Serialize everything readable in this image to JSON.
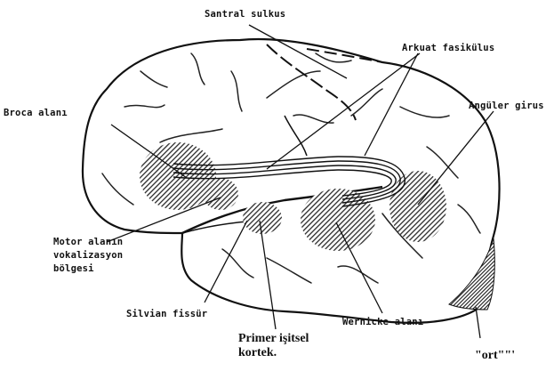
{
  "labels": {
    "santral_sulkus": "Santral sulkus",
    "arkuat_fasikulus": "Arkuat fasikülus",
    "broca_alani": "Broca alanı",
    "anguler_girus": "Angüler girus",
    "motor_line1": "Motor alanın",
    "motor_line2": "vokalizasyon",
    "motor_line3": "bölgesi",
    "silvian_fissur": "Silvian fissür",
    "wernicke_alani": "Wernicke alanı",
    "primer_line1": "Primer işitsel",
    "primer_line2": "kortek.",
    "ort": "\"ort\"\"'"
  }
}
